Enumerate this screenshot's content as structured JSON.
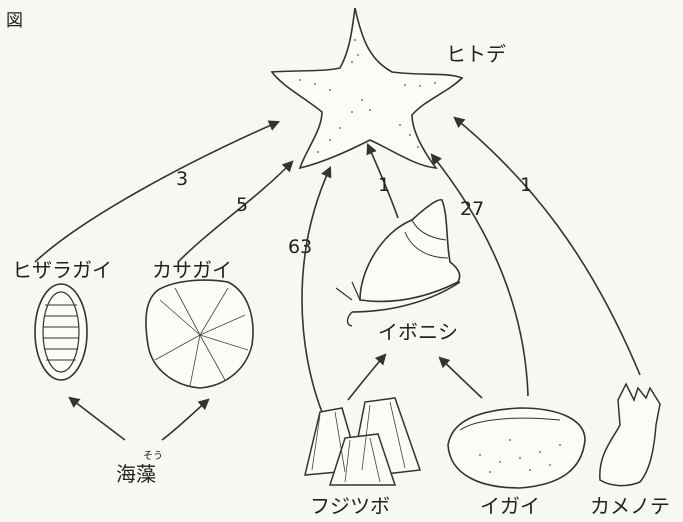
{
  "figure_label": "図",
  "organisms": {
    "starfish": "ヒトデ",
    "chiton": "ヒザラガイ",
    "limpet": "カサガイ",
    "whelk": "イボニシ",
    "barnacle": "フジツボ",
    "mussel": "イガイ",
    "gooseneck": "カメノテ",
    "seaweed": "海藻",
    "seaweed_ruby": "そう"
  },
  "edge_labels": {
    "chiton_to_starfish": "3",
    "limpet_to_starfish": "5",
    "barnacle_to_starfish": "63",
    "whelk_to_starfish": "1",
    "mussel_to_starfish": "27",
    "gooseneck_to_starfish": "1"
  }
}
